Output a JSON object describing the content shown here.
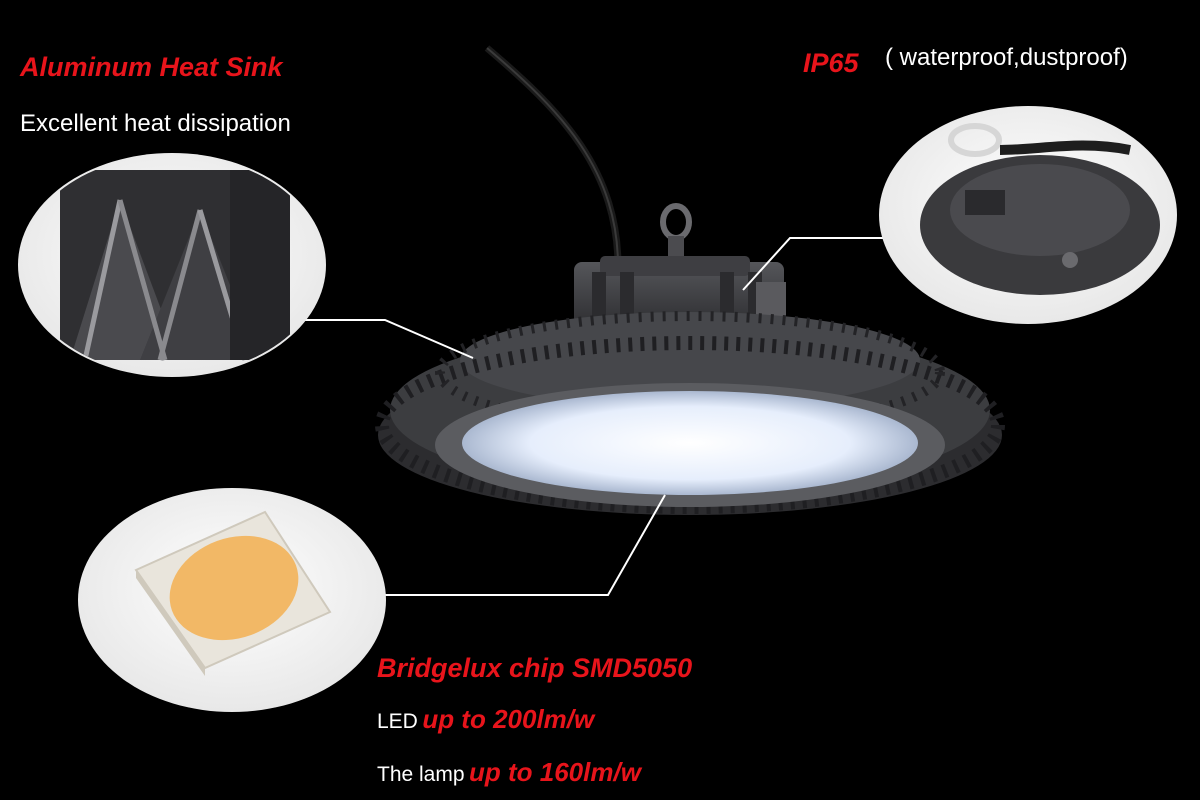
{
  "heat_sink": {
    "title": "Aluminum Heat Sink",
    "description": "Excellent heat dissipation"
  },
  "ip_rating": {
    "title": "IP65",
    "description": "( waterproof,dustproof)"
  },
  "chip": {
    "title": "Bridgelux chip  SMD5050",
    "led_label": "LED",
    "led_value": "up to 200lm/w",
    "lamp_label": "The lamp",
    "lamp_value": "up to 160lm/w"
  },
  "colors": {
    "background": "#000000",
    "accent_red": "#e8141b",
    "text_white": "#ffffff",
    "lamp_body": "#3a3a3d",
    "led_glow": "#eaf2ff",
    "chip_phosphor": "#f2b866"
  }
}
